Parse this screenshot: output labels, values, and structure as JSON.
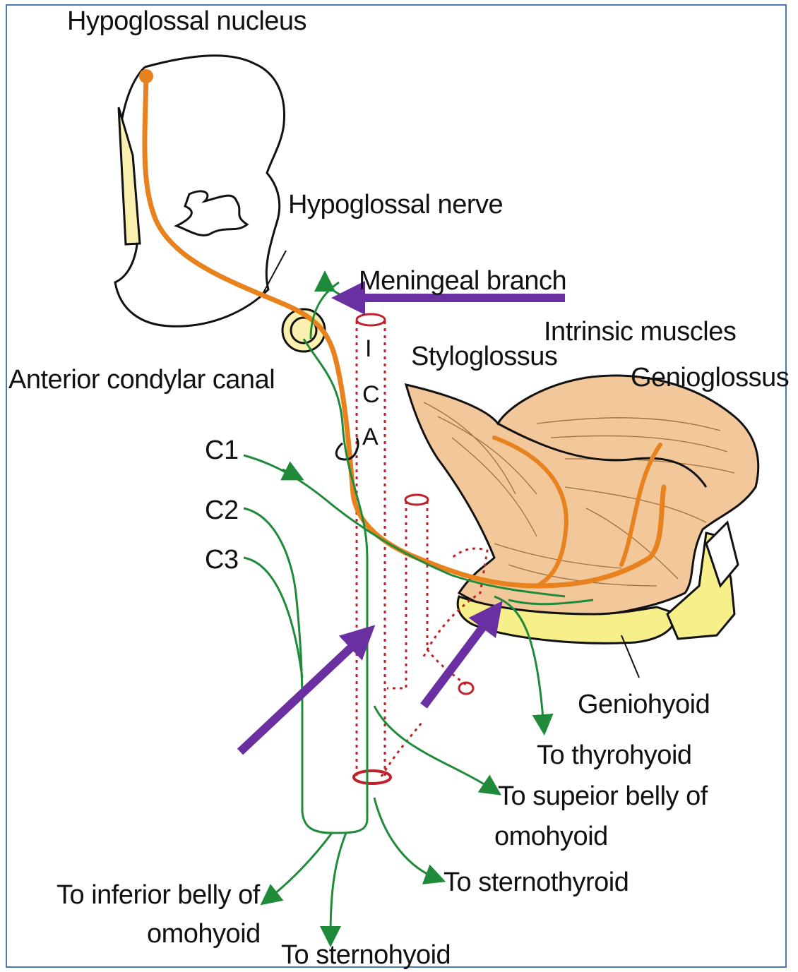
{
  "labels": {
    "hypoglossal_nucleus": "Hypoglossal nucleus",
    "hypoglossal_nerve": "Hypoglossal nerve",
    "meningeal_branch": "Meningeal branch",
    "intrinsic_muscles": "Intrinsic muscles",
    "styloglossus": "Styloglossus",
    "genioglossus": "Genioglossus",
    "anterior_condylar_canal": "Anterior condylar canal",
    "c1": "C1",
    "c2": "C2",
    "c3": "C3",
    "ica_i": "I",
    "ica_c": "C",
    "ica_a": "A",
    "geniohyoid": "Geniohyoid",
    "to_thyrohyoid": "To thyrohyoid",
    "to_superior_belly_line1": "To supeior belly of",
    "to_superior_belly_line2": "omohyoid",
    "to_sternothyroid": "To sternothyroid",
    "to_inferior_belly_line1": "To inferior belly of",
    "to_inferior_belly_line2": "omohyoid",
    "to_sternohyoid": "To sternohyoid"
  },
  "colors": {
    "hypoglossal_nerve": "#e8821e",
    "cervical_nerves": "#1f8a3a",
    "ica_artery": "#c0202a",
    "highlight_arrows": "#6a2fa0",
    "tongue_muscle": "#f2c79a",
    "hyoid_bone": "#f7f08a",
    "frame_border": "#4a78b8"
  }
}
